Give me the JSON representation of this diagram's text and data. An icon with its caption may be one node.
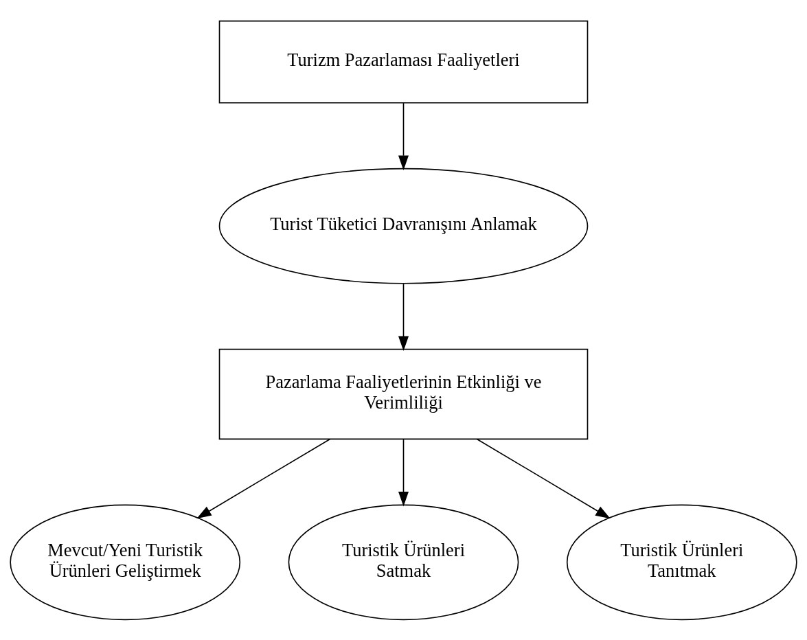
{
  "diagram": {
    "nodes": [
      {
        "text": [
          "Turizm Pazarlaması Faaliyetleri"
        ]
      },
      {
        "text": [
          "Turist Tüketici Davranışını Anlamak"
        ]
      },
      {
        "text": [
          "Pazarlama Faaliyetlerinin Etkinliği ve Verimliliği"
        ]
      },
      {
        "text": [
          "Mevcut/Yeni Turistik Ürünleri Geliştirmek"
        ]
      },
      {
        "text": [
          "Turistik Ürünleri Satmak"
        ]
      },
      {
        "text": [
          "Turistik Ürünleri Tanıtmak"
        ]
      }
    ],
    "edges": [
      {
        "from": 0,
        "to": 1,
        "arrow": "to"
      },
      {
        "from": 1,
        "to": 2,
        "arrow": "to"
      },
      {
        "from": 2,
        "to": 3,
        "arrow": "to"
      },
      {
        "from": 2,
        "to": 4,
        "arrow": "to"
      },
      {
        "from": 2,
        "to": 5,
        "arrow": "to"
      }
    ]
  }
}
